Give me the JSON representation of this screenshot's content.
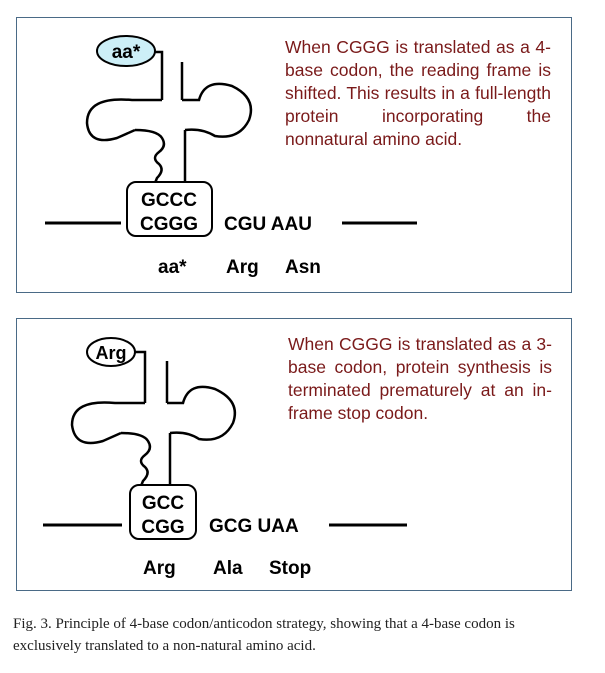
{
  "panels": [
    {
      "amino_acid_tag": "aa*",
      "anticodon": "GCCC",
      "codon": "CGGG",
      "downstream_codons": "CGU AAU",
      "residues": [
        "aa*",
        "Arg",
        "Asn"
      ],
      "description": "When CGGG is translated as a 4-base codon, the reading frame is shifted. This results in a full-length protein incorporating the nonnatural amino acid."
    },
    {
      "amino_acid_tag": "Arg",
      "anticodon": "GCC",
      "codon": "CGG",
      "downstream_codons": "GCG UAA",
      "residues": [
        "Arg",
        "Ala",
        "Stop"
      ],
      "description": "When CGGG is translated as a 3-base codon, protein synthesis is terminated prematurely at an in-frame stop codon."
    }
  ],
  "caption": "Fig. 3. Principle of 4-base codon/anticodon strategy, showing that a 4-base codon is exclusively translated to a non-natural amino acid.",
  "colors": {
    "text_description": "#7a1a1a",
    "panel_border": "#4a6a86",
    "tag_fill_panel1": "#cdeff7"
  }
}
